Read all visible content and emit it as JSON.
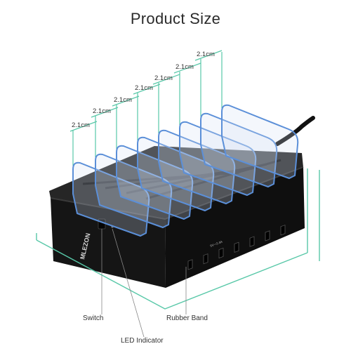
{
  "title": "Product Size",
  "dimension_labels": [
    "2.1cm",
    "2.1cm",
    "2.1cm",
    "2.1cm",
    "2.1cm",
    "2.1cm",
    "2.1cm"
  ],
  "callouts": {
    "switch": "Switch",
    "rubber_band": "Rubber Band",
    "led_indicator": "LED Indicator"
  },
  "brand": "MLEZON",
  "port_rating": "5V⎓2.4A",
  "colors": {
    "dimension_line": "#58c8a8",
    "body": "#1b1b1b",
    "divider_edge": "#5b8fd8"
  }
}
